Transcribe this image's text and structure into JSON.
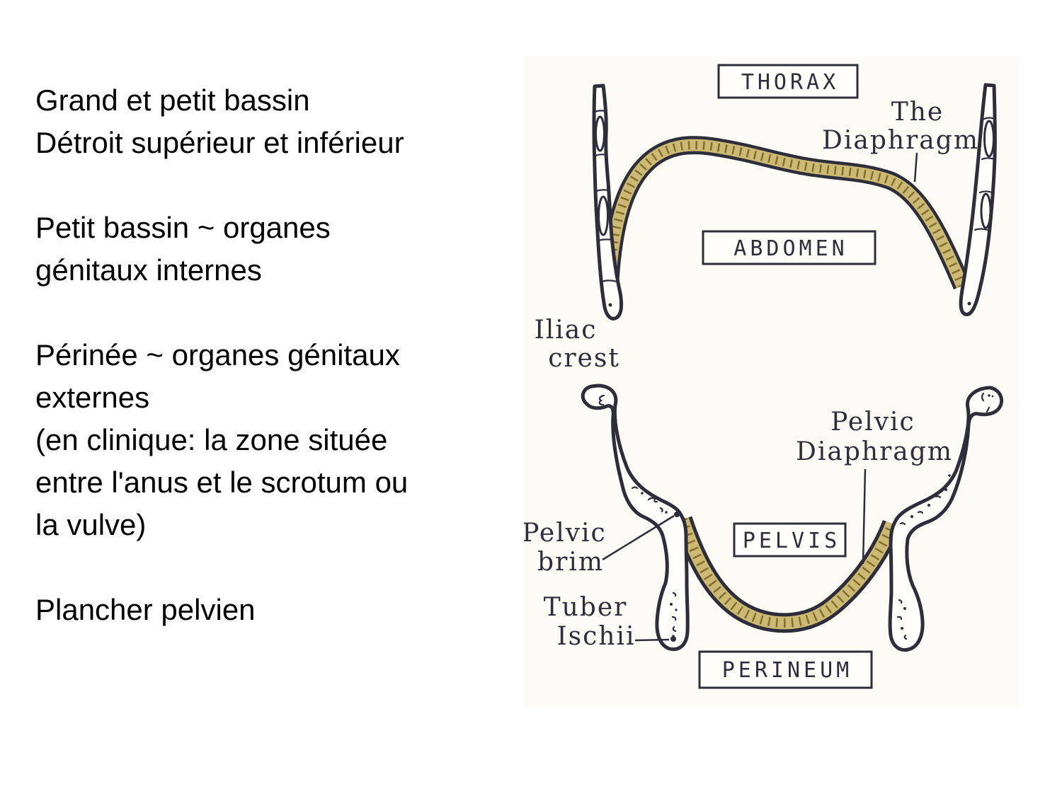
{
  "slide": {
    "background": "#ffffff",
    "text_color": "#000000",
    "lines": [
      "Grand et petit bassin",
      "Détroit supérieur et inférieur",
      "",
      "Petit bassin ~ organes",
      "génitaux internes",
      "",
      "Périnée ~ organes génitaux",
      "externes",
      "(en clinique: la zone située",
      "entre l'anus et le scrotum ou",
      "la vulve)",
      "",
      "Plancher pelvien"
    ]
  },
  "figure": {
    "ink_color": "#2e2e3a",
    "muscle_fill_color": "#ccba74",
    "muscle_hatch_color": "#7a6524",
    "paper_tint": "#fdfbf6",
    "boxes": {
      "thorax": "THORAX",
      "abdomen": "ABDOMEN",
      "pelvis": "PELVIS",
      "perineum": "PERINEUM"
    },
    "annotations": {
      "diaphragm": [
        "The",
        "Diaphragm"
      ],
      "iliac_crest": [
        "Iliac",
        "crest"
      ],
      "pelvic_diaphragm": [
        "Pelvic",
        "Diaphragm"
      ],
      "pelvic_brim": [
        "Pelvic",
        "brim"
      ],
      "tuber_ischii": [
        "Tuber",
        "Ischii"
      ]
    }
  }
}
